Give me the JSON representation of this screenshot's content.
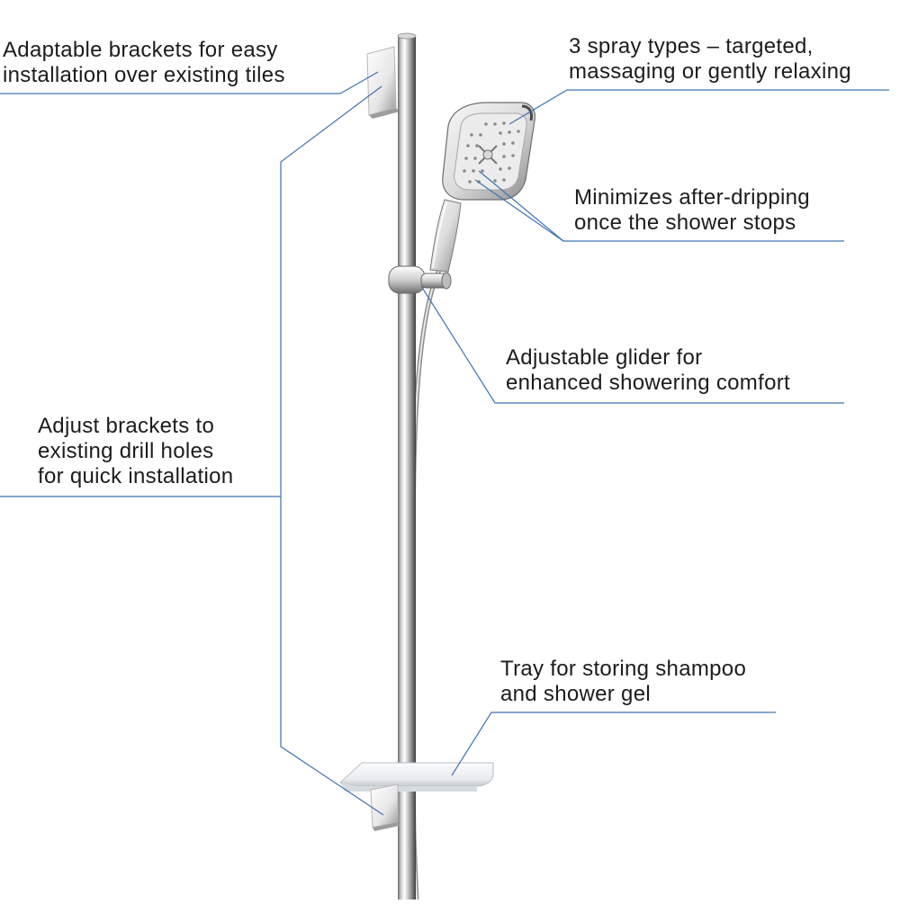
{
  "callouts": {
    "brackets": {
      "line1": "Adaptable brackets for easy",
      "line2": "installation over existing tiles"
    },
    "spray": {
      "line1": "3 spray types – targeted,",
      "line2": "massaging or gently relaxing"
    },
    "drip": {
      "line1": "Minimizes after-dripping",
      "line2": "once the shower stops"
    },
    "glider": {
      "line1": "Adjustable glider for",
      "line2": "enhanced showering comfort"
    },
    "drill": {
      "line1": "Adjust brackets to",
      "line2": "existing drill holes",
      "line3": "for quick installation"
    },
    "tray": {
      "line1": "Tray for storing shampoo",
      "line2": "and shower gel"
    }
  },
  "colors": {
    "leader_line": "#3f73b1",
    "chrome_light": "#f4f4f4",
    "chrome_dark": "#6e6e6e",
    "text": "#1c1c1c"
  }
}
